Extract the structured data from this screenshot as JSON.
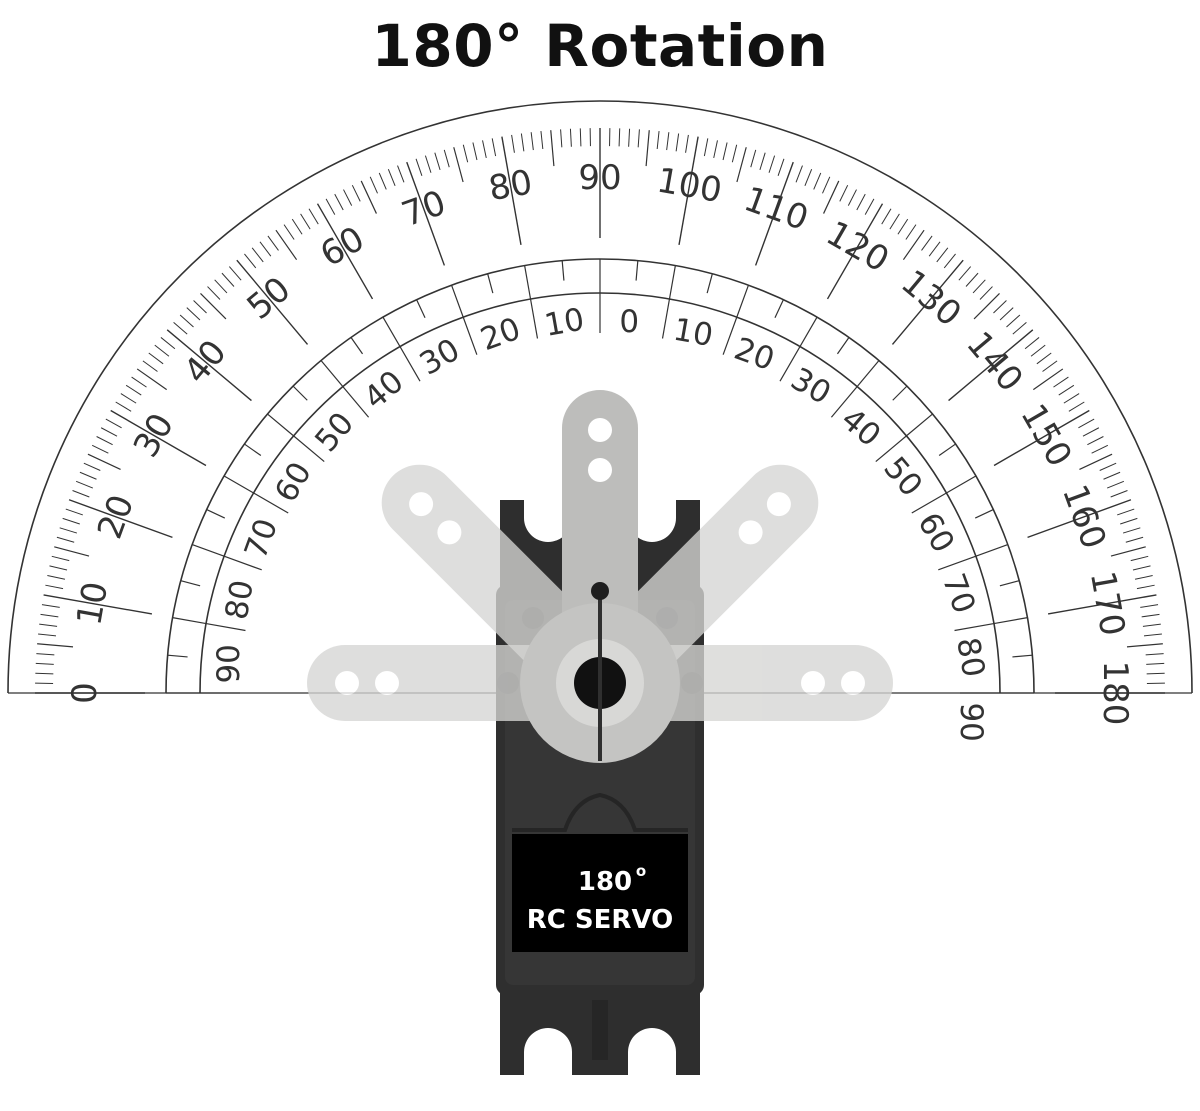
{
  "title": "180° Rotation",
  "protractor": {
    "outer_scale": {
      "min": 0,
      "max": 180,
      "label_step": 10
    },
    "inner_scale": {
      "labels": [
        "90",
        "80",
        "70",
        "60",
        "50",
        "40",
        "30",
        "20",
        "10",
        "0",
        "10",
        "20",
        "30",
        "40",
        "50",
        "60",
        "70",
        "80",
        "90"
      ]
    }
  },
  "servo": {
    "label_line1": "180",
    "label_degree": "o",
    "label_line2": "RC SERVO",
    "horn_positions_deg": [
      0,
      45,
      90,
      135,
      180
    ]
  },
  "colors": {
    "scale_line": "#333333",
    "servo_body": "#2f2f2f",
    "horn_main": "#bdbdbb",
    "horn_ghost": "#d6d6d4",
    "label_panel": "#000000"
  }
}
